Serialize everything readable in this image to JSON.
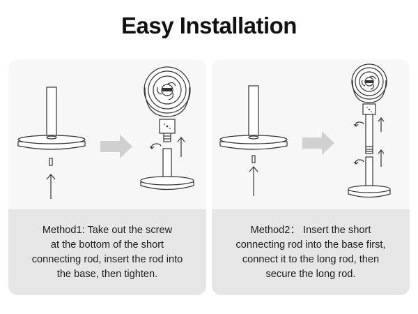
{
  "title": "Easy Installation",
  "methods": [
    {
      "caption_lines": [
        "Method1: Take out the screw",
        "at the bottom of the short",
        "connecting rod, insert the rod into",
        "the base, then tighten."
      ]
    },
    {
      "caption_lines": [
        "Method2： Insert the short",
        "connecting rod into the base first,",
        "connect it to the long rod, then",
        "secure the long rod."
      ]
    }
  ],
  "colors": {
    "panel_top": "#f7f7f7",
    "panel_bottom": "#e6e6e6",
    "arrow_gray": "#d0d0d0"
  }
}
